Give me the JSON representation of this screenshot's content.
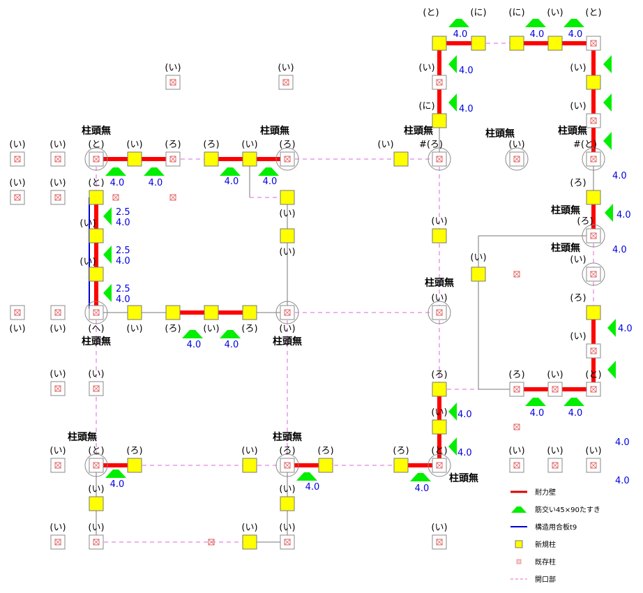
{
  "colors": {
    "wall": "#ff0000",
    "brace": "#00ee00",
    "plywood": "#0000cc",
    "new_column": "#ffff00",
    "existing_mark": "#e06060",
    "opening": "#dd66dd",
    "value": "#0000e0"
  },
  "columns": [
    {
      "kind": "existing",
      "label": "(い)"
    },
    {
      "kind": "existing",
      "label": "(い)"
    },
    {
      "kind": "existing",
      "label": "(と)",
      "note": "柱頭無"
    },
    {
      "kind": "new",
      "label": "(い)"
    },
    {
      "kind": "existing",
      "label": "(ろ)"
    },
    {
      "kind": "new",
      "label": "(ろ)"
    },
    {
      "kind": "new",
      "label": "(い)"
    },
    {
      "kind": "existing",
      "label": "(ろ)",
      "note": "柱頭無"
    },
    {
      "kind": "existing",
      "label": "(い)"
    },
    {
      "kind": "existing",
      "label": "(い)"
    },
    {
      "kind": "existing",
      "label": "(い)"
    },
    {
      "kind": "existing",
      "label": "(い)"
    },
    {
      "kind": "new",
      "label": "(と)"
    },
    {
      "kind": "small"
    },
    {
      "kind": "small"
    },
    {
      "kind": "new",
      "label": "(い)"
    },
    {
      "kind": "new",
      "label": "(い)"
    },
    {
      "kind": "new",
      "label": "(い)"
    },
    {
      "kind": "new",
      "label": "(い)"
    },
    {
      "kind": "existing",
      "label": "(い)"
    },
    {
      "kind": "existing",
      "label": "(い)"
    },
    {
      "kind": "existing",
      "label": "(へ)",
      "note": "柱頭無"
    },
    {
      "kind": "new",
      "label": "(い)"
    },
    {
      "kind": "new",
      "label": "(ろ)"
    },
    {
      "kind": "new",
      "label": "(い)"
    },
    {
      "kind": "new",
      "label": "(ろ)"
    },
    {
      "kind": "existing",
      "label": "(い)",
      "note": "柱頭無"
    },
    {
      "kind": "existing",
      "label": "(い)",
      "note": "柱頭無"
    },
    {
      "kind": "new",
      "label": "(と)"
    },
    {
      "kind": "new",
      "label": "(に)"
    },
    {
      "kind": "new",
      "label": "(に)"
    },
    {
      "kind": "new",
      "label": "(い)"
    },
    {
      "kind": "existing",
      "label": "(と)"
    },
    {
      "kind": "existing",
      "label": "(い)"
    },
    {
      "kind": "new",
      "label": "(に)"
    },
    {
      "kind": "existing",
      "label": "#(ろ)",
      "note": "柱頭無"
    },
    {
      "kind": "new",
      "label": "(い)"
    },
    {
      "kind": "existing",
      "label": "(い)",
      "note": "柱頭無"
    },
    {
      "kind": "new",
      "label": "(い)"
    },
    {
      "kind": "existing",
      "label": "(い)"
    },
    {
      "kind": "existing",
      "label": "#(と)",
      "note": "柱頭無"
    },
    {
      "kind": "new",
      "label": "(ろ)"
    },
    {
      "kind": "existing",
      "label": "(ろ)",
      "note": "柱頭無"
    },
    {
      "kind": "existing",
      "label": "(い)",
      "note": "柱頭無"
    },
    {
      "kind": "new",
      "label": "(ろ)"
    },
    {
      "kind": "existing",
      "label": "(い)"
    },
    {
      "kind": "existing",
      "label": "(と)"
    },
    {
      "kind": "existing",
      "label": "(い)"
    },
    {
      "kind": "existing",
      "label": "(ろ)"
    },
    {
      "kind": "new",
      "label": "(い)"
    },
    {
      "kind": "small"
    },
    {
      "kind": "small"
    },
    {
      "kind": "new",
      "label": "(い)"
    },
    {
      "kind": "new",
      "label": "(ろ)"
    },
    {
      "kind": "new",
      "label": "(い)"
    },
    {
      "kind": "existing",
      "label": "(と)",
      "note": "柱頭無"
    },
    {
      "kind": "new",
      "label": "(ろ)"
    },
    {
      "kind": "existing",
      "label": "(い)"
    },
    {
      "kind": "existing",
      "label": "(い)"
    },
    {
      "kind": "existing",
      "label": "(い)"
    },
    {
      "kind": "existing",
      "label": "(い)"
    },
    {
      "kind": "existing",
      "label": "(い)"
    },
    {
      "kind": "existing",
      "label": "(い)"
    },
    {
      "kind": "existing",
      "label": "(と)",
      "note": "柱頭無"
    },
    {
      "kind": "new",
      "label": "(ろ)"
    },
    {
      "kind": "new",
      "label": "(い)"
    },
    {
      "kind": "existing",
      "label": "(い)"
    },
    {
      "kind": "existing",
      "label": "(い)"
    },
    {
      "kind": "small"
    },
    {
      "kind": "new",
      "label": "(い)"
    },
    {
      "kind": "existing",
      "label": "(い)"
    },
    {
      "kind": "new",
      "label": "(い)"
    },
    {
      "kind": "existing",
      "label": "(ろ)",
      "note": "柱頭無"
    },
    {
      "kind": "new",
      "label": "(ろ)"
    },
    {
      "kind": "new",
      "label": "(い)"
    },
    {
      "kind": "existing",
      "label": "(い)"
    }
  ],
  "braces": [
    {
      "values": [
        "4.0"
      ]
    },
    {
      "values": [
        "4.0"
      ]
    },
    {
      "values": [
        "4.0"
      ]
    },
    {
      "values": [
        "4.0"
      ]
    },
    {
      "values": [
        "2.5",
        "4.0"
      ]
    },
    {
      "values": [
        "2.5",
        "4.0"
      ]
    },
    {
      "values": [
        "2.5",
        "4.0"
      ]
    },
    {
      "values": [
        "4.0"
      ]
    },
    {
      "values": [
        "4.0"
      ]
    },
    {
      "values": [
        "4.0"
      ]
    },
    {
      "values": [
        "4.0"
      ]
    },
    {
      "values": [
        "4.0"
      ]
    },
    {
      "values": [
        "4.0"
      ]
    },
    {
      "values": [
        "4.0"
      ]
    },
    {
      "values": []
    },
    {
      "values": []
    },
    {
      "values": []
    },
    {
      "values": [
        "4.0"
      ]
    },
    {
      "values": [
        "4.0"
      ]
    },
    {
      "values": []
    },
    {
      "values": [
        "4.0"
      ]
    },
    {
      "values": [
        "4.0"
      ]
    },
    {
      "values": [
        "4.0"
      ]
    },
    {
      "values": [
        "4.0"
      ]
    },
    {
      "values": [
        "4.0"
      ]
    },
    {
      "values": [
        "4.0"
      ]
    },
    {
      "values": [
        "4.0"
      ]
    }
  ],
  "loose_values": [
    "4.0",
    "4.0",
    "4.0",
    "4.0"
  ],
  "legend": [
    {
      "symbol": "wall",
      "label": "耐力壁"
    },
    {
      "symbol": "brace",
      "label": "筋交い45×90たすき"
    },
    {
      "symbol": "plywood",
      "label": "構造用合板t9"
    },
    {
      "symbol": "new",
      "label": "新規柱"
    },
    {
      "symbol": "existing",
      "label": "既存柱"
    },
    {
      "symbol": "opening",
      "label": "開口部"
    }
  ]
}
